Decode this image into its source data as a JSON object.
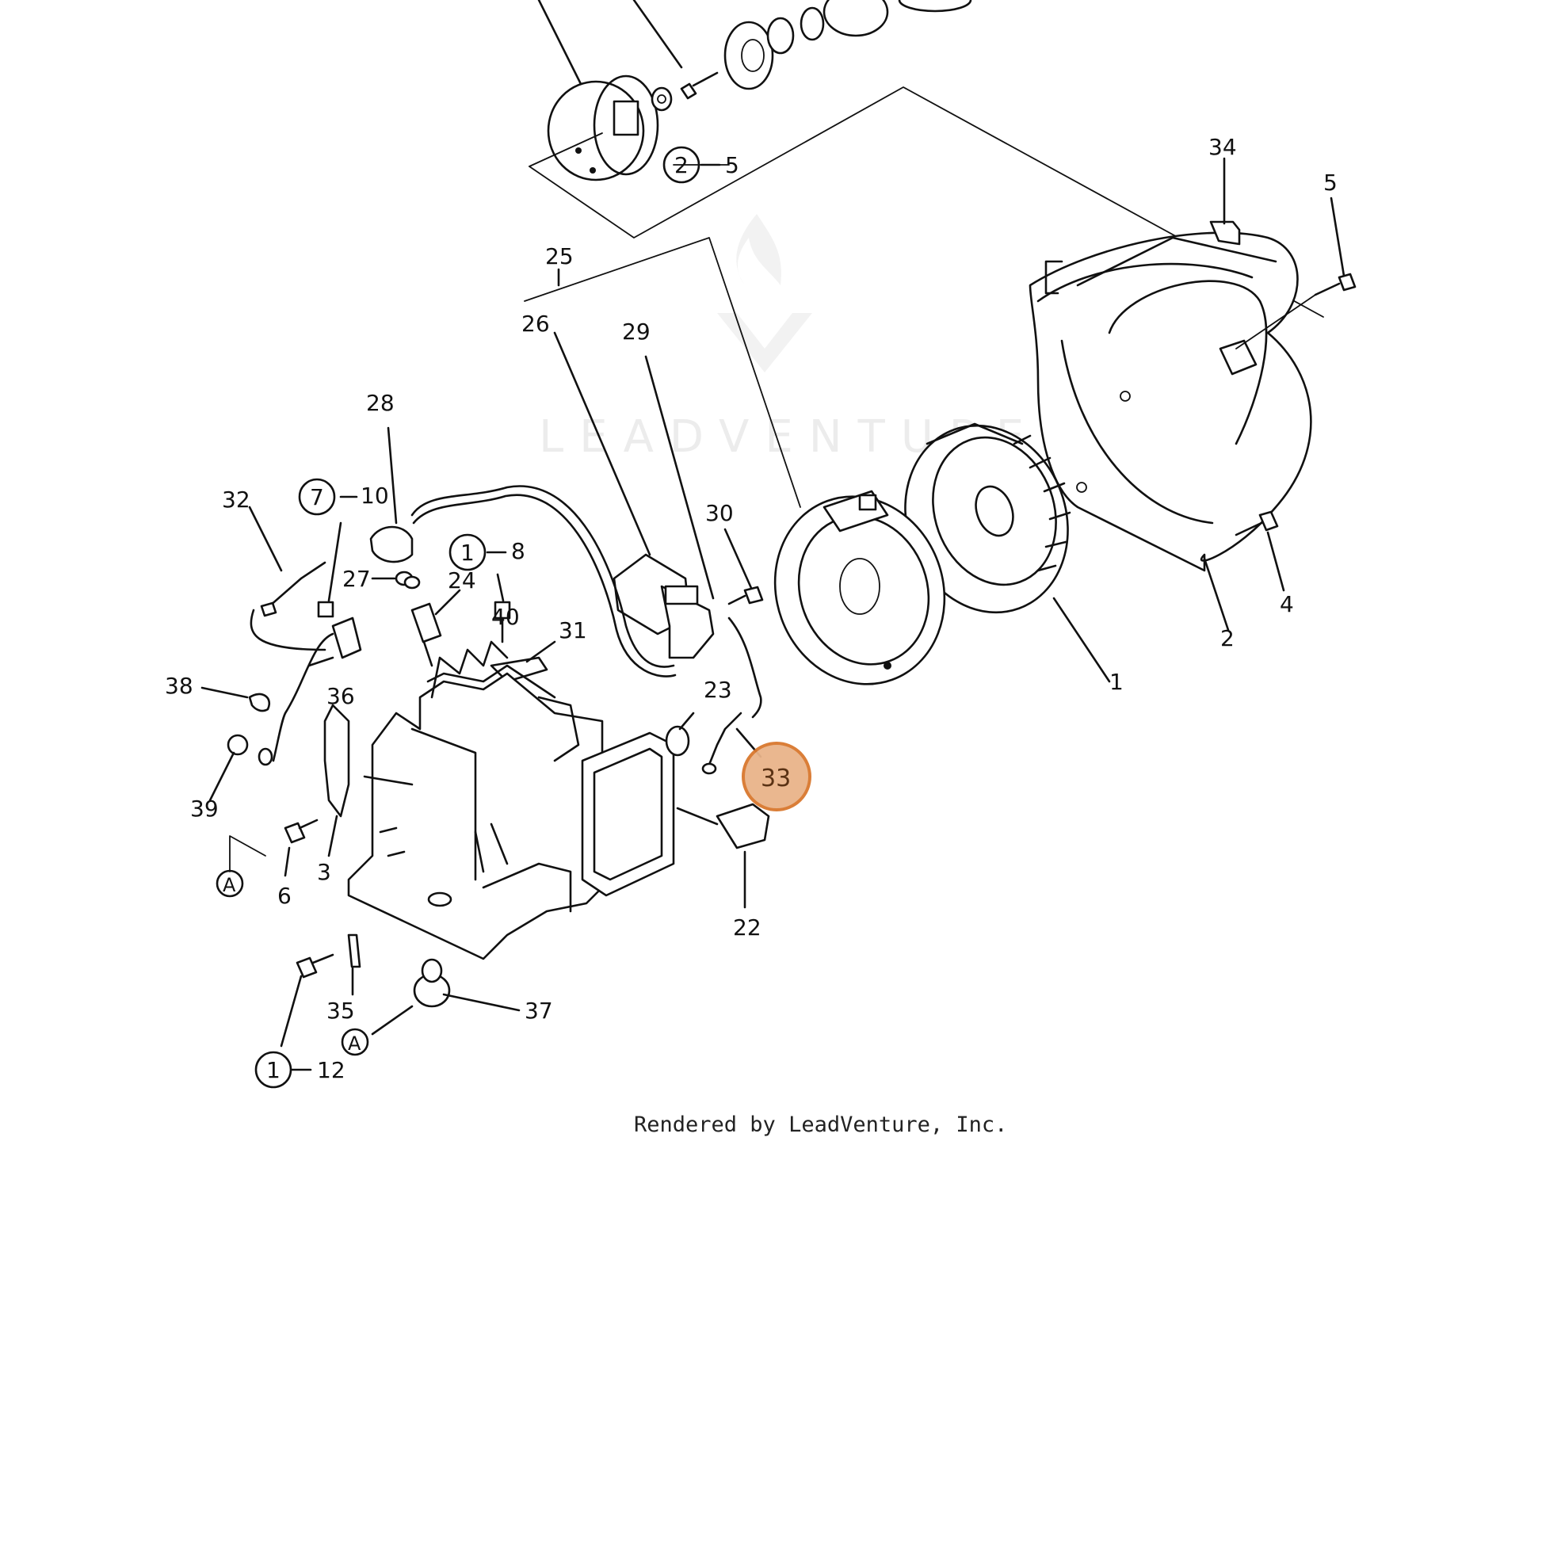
{
  "diagram": {
    "watermark": "LEADVENTURE",
    "footer": "Rendered by LeadVenture, Inc.",
    "highlighted_part": "33",
    "callouts": [
      {
        "id": "c1",
        "text": "1"
      },
      {
        "id": "c2",
        "text": "2"
      },
      {
        "id": "c3",
        "text": "3"
      },
      {
        "id": "c4",
        "text": "4"
      },
      {
        "id": "c5",
        "text": "5"
      },
      {
        "id": "c5b",
        "text": "5"
      },
      {
        "id": "c6",
        "text": "6"
      },
      {
        "id": "c10",
        "text": "10"
      },
      {
        "id": "c8",
        "text": "8"
      },
      {
        "id": "c12",
        "text": "12"
      },
      {
        "id": "c22",
        "text": "22"
      },
      {
        "id": "c23",
        "text": "23"
      },
      {
        "id": "c24",
        "text": "24"
      },
      {
        "id": "c25",
        "text": "25"
      },
      {
        "id": "c26",
        "text": "26"
      },
      {
        "id": "c27",
        "text": "27"
      },
      {
        "id": "c28",
        "text": "28"
      },
      {
        "id": "c29",
        "text": "29"
      },
      {
        "id": "c30",
        "text": "30"
      },
      {
        "id": "c31",
        "text": "31"
      },
      {
        "id": "c32",
        "text": "32"
      },
      {
        "id": "c34",
        "text": "34"
      },
      {
        "id": "c35",
        "text": "35"
      },
      {
        "id": "c36",
        "text": "36"
      },
      {
        "id": "c37",
        "text": "37"
      },
      {
        "id": "c38",
        "text": "38"
      },
      {
        "id": "c39",
        "text": "39"
      },
      {
        "id": "c40",
        "text": "40"
      }
    ],
    "circled_refs": [
      {
        "id": "r2",
        "text": "2"
      },
      {
        "id": "r7",
        "text": "7"
      },
      {
        "id": "r1a",
        "text": "1"
      },
      {
        "id": "r1b",
        "text": "1"
      },
      {
        "id": "rA1",
        "text": "A"
      },
      {
        "id": "rA2",
        "text": "A"
      }
    ]
  }
}
